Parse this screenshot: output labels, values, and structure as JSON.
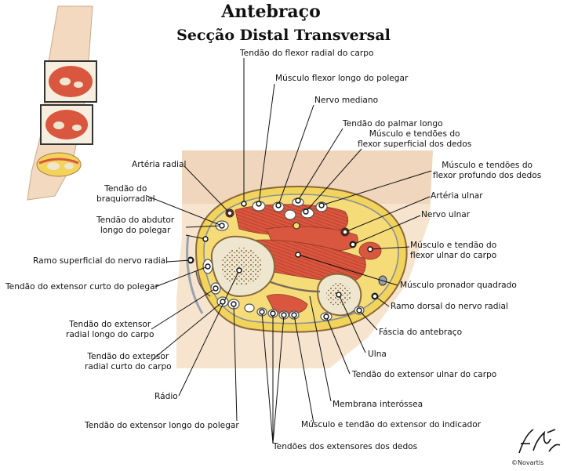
{
  "title": "Antebraço",
  "subtitle": "Secção Distal Transversal",
  "labels": {
    "flexor_radial_carpo": "Tendão do flexor radial do carpo",
    "flexor_longo_polegar": "Músculo flexor longo do polegar",
    "nervo_mediano": "Nervo mediano",
    "palmar_longo": "Tendão do palmar longo",
    "flexor_superficial_1": "Músculo e tendões do",
    "flexor_superficial_2": "flexor superficial dos dedos",
    "flexor_profundo_1": "Músculo e tendões do",
    "flexor_profundo_2": "flexor profundo dos dedos",
    "arteria_ulnar": "Artéria ulnar",
    "nervo_ulnar": "Nervo ulnar",
    "flexor_ulnar_1": "Músculo e tendão do",
    "flexor_ulnar_2": "flexor ulnar do carpo",
    "pronador_quadrado": "Músculo pronador quadrado",
    "ramo_dorsal_radial": "Ramo dorsal do nervo radial",
    "fascia": "Fáscia do antebraço",
    "ulna": "Ulna",
    "extensor_ulnar_carpo": "Tendão do extensor ulnar do carpo",
    "membrana_interossea": "Membrana interóssea",
    "extensor_indicador": "Músculo e tendão do extensor do indicador",
    "extensores_dedos": "Tendões dos extensores dos dedos",
    "extensor_longo_polegar": "Tendão do extensor longo do polegar",
    "radio": "Rádio",
    "ext_radial_curto_1": "Tendão do extensor",
    "ext_radial_curto_2": "radial curto do carpo",
    "ext_radial_longo_1": "Tendão do extensor",
    "ext_radial_longo_2": "radial longo do carpo",
    "extensor_curto_polegar": "Tendão do extensor curto do polegar",
    "ramo_superficial_radial": "Ramo superficial do nervo radial",
    "abdutor_longo_1": "Tendão do abdutor",
    "abdutor_longo_2": "longo do polegar",
    "braquiorradial_1": "Tendão do",
    "braquiorradial_2": "braquiorradial",
    "arteria_radial": "Artéria radial"
  },
  "copyright": "©Novartis",
  "signature": "F. Netter",
  "colors": {
    "muscle": "#d9573f",
    "muscle_dark": "#b83a28",
    "fat": "#f2d35c",
    "bone": "#efe6cf",
    "skin": "#f3d9bf",
    "fascia": "#8a8f9a"
  }
}
